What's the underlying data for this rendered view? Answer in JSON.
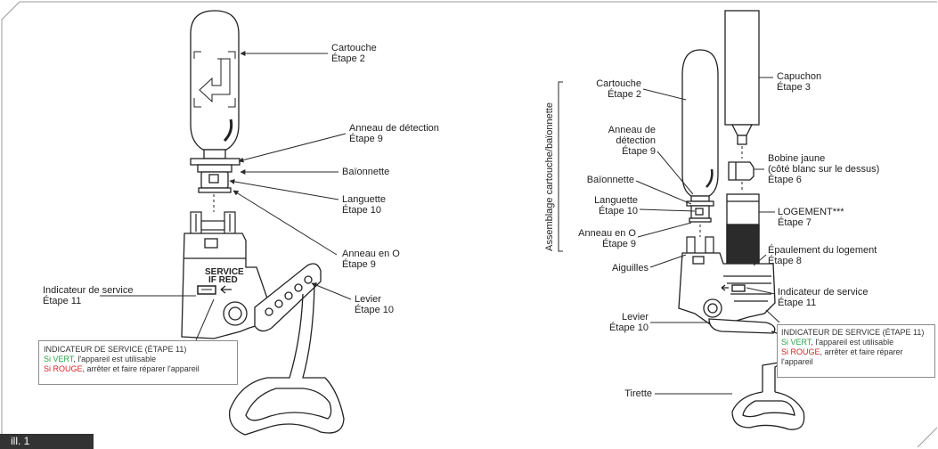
{
  "left": {
    "cartouche": [
      "Cartouche",
      "Étape 2"
    ],
    "anneau_detection": [
      "Anneau de détection",
      "Étape 9"
    ],
    "baionnette": "Baïonnette",
    "languette": [
      "Languette",
      "Étape 10"
    ],
    "anneau_o": [
      "Anneau en O",
      "Étape 9"
    ],
    "levier": [
      "Levier",
      "Étape 10"
    ],
    "indicateur": [
      "Indicateur de service",
      "Étape 11"
    ],
    "device_text": [
      "SERVICE",
      "IF RED"
    ],
    "info": {
      "title": "INDICATEUR DE SERVICE (ÉTAPE 11)",
      "green_word": "Si VERT",
      "green_rest": ", l'appareil est utilisable",
      "red_word": "Si ROUGE",
      "red_rest": ", arrêter et faire réparer l'appareil"
    }
  },
  "right": {
    "assembly_label": "Assemblage cartouche/baïonnette",
    "cartouche": [
      "Cartouche",
      "Étape 2"
    ],
    "capuchon": [
      "Capuchon",
      "Étape  3"
    ],
    "anneau_detection": [
      "Anneau de",
      "détection",
      "Étape 9"
    ],
    "bobine": [
      "Bobine jaune",
      "(côté blanc sur le dessus)",
      "Étape 6"
    ],
    "baionnette": "Baïonnette",
    "languette": [
      "Languette",
      "Étape  10"
    ],
    "logement": [
      "LOGEMENT***",
      "Étape 7"
    ],
    "anneau_o": [
      "Anneau en O",
      "Étape  9"
    ],
    "epaulement": [
      "Épaulement du logement",
      "Étape 8"
    ],
    "aiguilles": "Aiguilles",
    "indicateur": [
      "Indicateur de service",
      "Étape 11"
    ],
    "levier": [
      "Levier",
      "Étape 10"
    ],
    "tirette": "Tirette",
    "info": {
      "title": "INDICATEUR DE SERVICE (ÉTAPE 11)",
      "green_word": "Si VERT",
      "green_rest": ", l'appareil est utilisable",
      "red_word": "Si ROUGE",
      "red_rest1": ", arrêter et faire réparer",
      "red_rest2": "l'appareil"
    }
  },
  "figure_label": "ill. 1",
  "colors": {
    "green": "#2aa24a",
    "red": "#d2232a",
    "frame": "#9a9a9a",
    "tag_bg": "#333333"
  }
}
